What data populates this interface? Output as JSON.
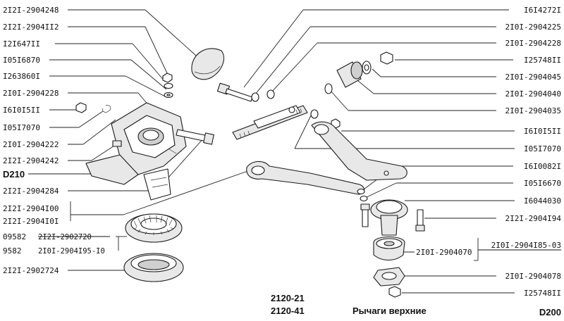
{
  "labels_left": [
    "2I2I-2904248",
    "2I2I-2904II2",
    "I2I647II",
    "I05I6870",
    "I263860I",
    "2I0I-2904228",
    "I6I0I5II",
    "I05I7070",
    "2I0I-2904222",
    "2I2I-2904242",
    "D210",
    "2I2I-2904284",
    "2I2I-2904I00",
    "2I2I-2904I0I",
    "09582",
    "2I2I-2902720",
    "9582",
    "2I0I-2904I95-I0",
    "2I2I-2902724"
  ],
  "labels_right": [
    "I6I4272I",
    "2I0I-2904225",
    "2I0I-2904228",
    "I25748II",
    "2I0I-2904045",
    "2I0I-2904040",
    "2I0I-2904035",
    "I6I0I5II",
    "I05I7070",
    "I6I0082I",
    "I05I6670",
    "I6044030",
    "2I2I-2904I94",
    "2I0I-2904I85-03",
    "2I0I-2904070",
    "2I0I-2904078",
    "I25748II"
  ],
  "footer": {
    "model_1": "2120-21",
    "model_2": "2120-41",
    "title": "Рычаги верхние",
    "code": "D200"
  }
}
